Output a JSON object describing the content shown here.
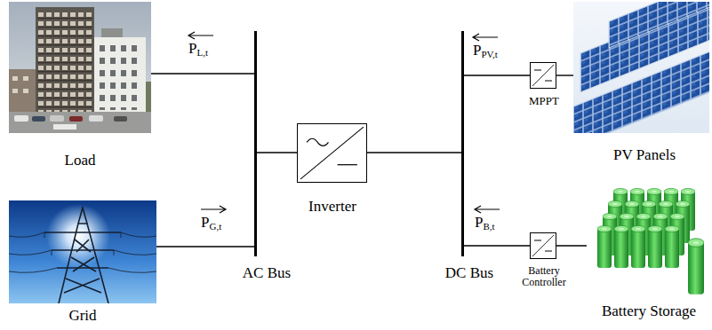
{
  "diagram": {
    "nodes": [
      {
        "text": [
          "Load"
        ]
      },
      {
        "text": [
          "Grid"
        ]
      },
      {
        "text": [
          "AC Bus"
        ]
      },
      {
        "text": [
          "Inverter"
        ]
      },
      {
        "text": [
          "DC Bus"
        ]
      },
      {
        "text": [
          "MPPT"
        ]
      },
      {
        "text": [
          "PV Panels"
        ]
      },
      {
        "text": [
          "Battery Controller"
        ]
      },
      {
        "text": [
          "Battery Storage"
        ]
      }
    ],
    "edges": [
      {
        "from": 2,
        "to": 0,
        "arrow": "none",
        "label": "PL,t"
      },
      {
        "from": 1,
        "to": 2,
        "arrow": "none",
        "label": "PG,t"
      },
      {
        "from": 2,
        "to": 3,
        "arrow": "none"
      },
      {
        "from": 3,
        "to": 4,
        "arrow": "none"
      },
      {
        "from": 5,
        "to": 4,
        "arrow": "none",
        "label": "PPV,t"
      },
      {
        "from": 6,
        "to": 5,
        "arrow": "none"
      },
      {
        "from": 7,
        "to": 4,
        "arrow": "none",
        "label": "PB,t"
      },
      {
        "from": 8,
        "to": 7,
        "arrow": "none"
      }
    ]
  }
}
